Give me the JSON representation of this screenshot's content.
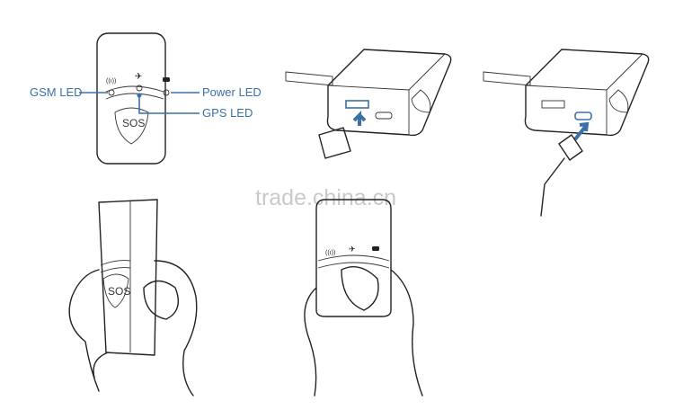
{
  "diagram": {
    "labels": {
      "gsm_led": "GSM LED",
      "power_led": "Power LED",
      "gps_led": "GPS  LED"
    },
    "device_button": "SOS",
    "watermark": "trade.china.cn",
    "colors": {
      "label": "#3b6fa8",
      "outline": "#222222",
      "watermark": "#c9c9c9"
    },
    "panels": [
      "led-indicators",
      "sim-card-insertion",
      "usb-charging",
      "hand-press-sos-side",
      "hand-press-sos-front"
    ]
  }
}
